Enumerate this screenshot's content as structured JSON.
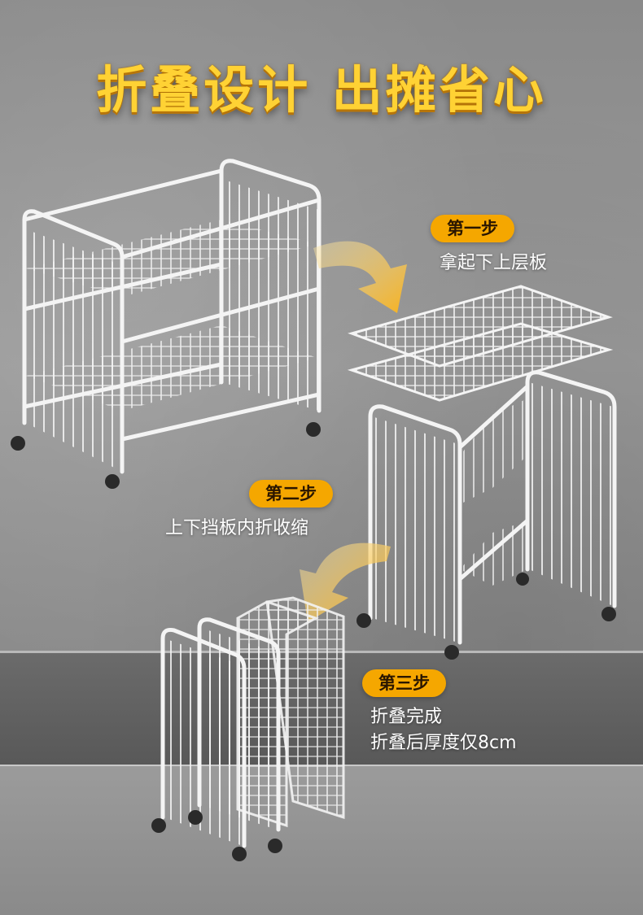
{
  "headline": "折叠设计  出摊省心",
  "steps": [
    {
      "badge": "第一步",
      "lines": [
        "拿起下上层板"
      ]
    },
    {
      "badge": "第二步",
      "lines": [
        "上下挡板内折收缩"
      ]
    },
    {
      "badge": "第三步",
      "lines": [
        "折叠完成",
        "折叠后厚度仅8cm"
      ]
    }
  ],
  "colors": {
    "headline": "#ffd234",
    "badge": "#f5a700",
    "arrow": "#f7b21e",
    "rack": "#f4f4f4"
  },
  "icons": [
    "curved-arrow-icon"
  ]
}
